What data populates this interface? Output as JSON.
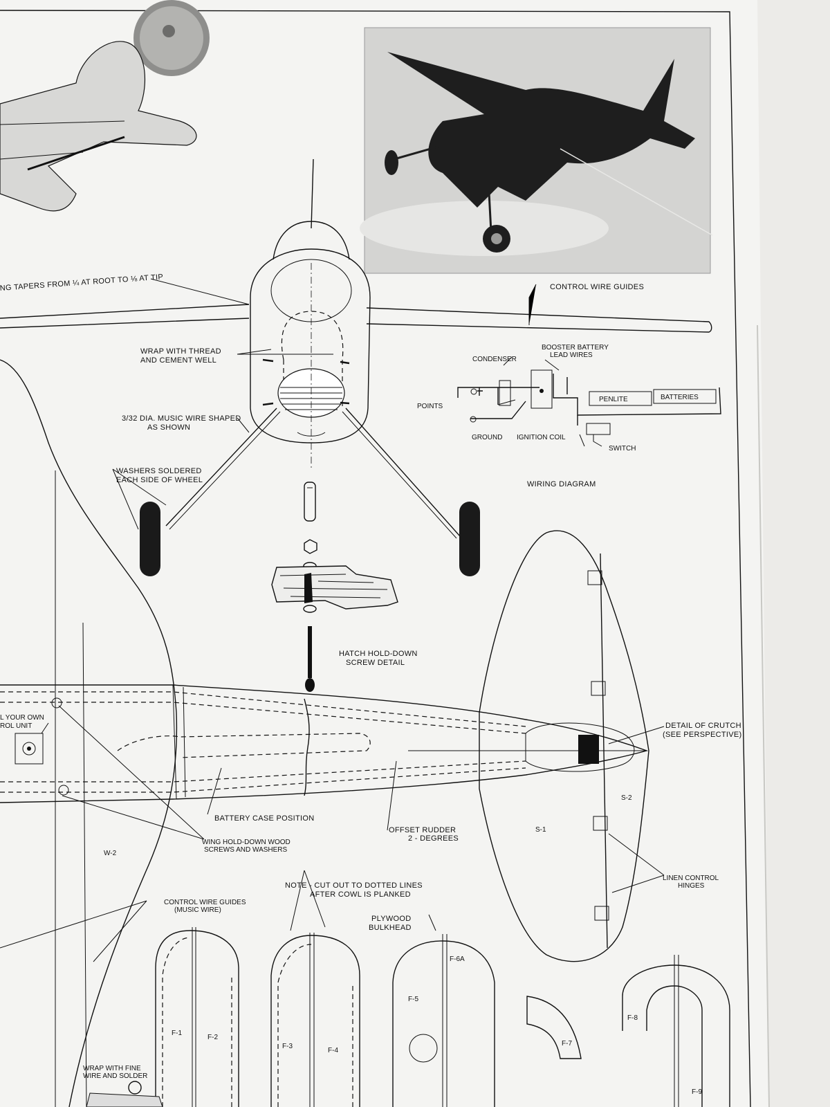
{
  "labels": {
    "wing_taper": "NG TAPERS FROM ¼ AT ROOT TO ⅛ AT TIP",
    "control_wire_guides_top": "CONTROL WIRE GUIDES",
    "wrap_thread": [
      "WRAP WITH THREAD",
      "AND CEMENT WELL"
    ],
    "music_wire": [
      "3/32 DIA. MUSIC WIRE SHAPED",
      "AS SHOWN"
    ],
    "washers": [
      "WASHERS SOLDERED",
      "EACH SIDE OF WHEEL"
    ],
    "condenser": "CONDENSER",
    "booster": [
      "BOOSTER BATTERY",
      "LEAD WIRES"
    ],
    "points": "POINTS",
    "penlite": "PENLITE",
    "batteries": "BATTERIES",
    "ground": "GROUND",
    "ignition_coil": "IGNITION COIL",
    "switch": "SWITCH",
    "wiring_diagram": "WIRING DIAGRAM",
    "hatch": [
      "HATCH HOLD-DOWN",
      "SCREW DETAIL"
    ],
    "crutch": [
      "DETAIL OF CRUTCH",
      "(SEE PERSPECTIVE)"
    ],
    "control_unit": [
      "L YOUR OWN",
      "ROL UNIT"
    ],
    "battery_case": "BATTERY CASE POSITION",
    "offset_rudder": [
      "OFFSET RUDDER",
      "2 - DEGREES"
    ],
    "wing_screws": [
      "WING HOLD-DOWN WOOD",
      "SCREWS AND WASHERS"
    ],
    "w2": "W-2",
    "s1": "S-1",
    "s2": "S-2",
    "linen": [
      "LINEN CONTROL",
      "HINGES"
    ],
    "note": [
      "NOTE - CUT OUT TO DOTTED LINES",
      "AFTER COWL IS PLANKED"
    ],
    "control_wire_guides_bottom": [
      "CONTROL WIRE GUIDES",
      "(MUSIC WIRE)"
    ],
    "plywood": [
      "PLYWOOD",
      "BULKHEAD"
    ],
    "f1": "F-1",
    "f2": "F-2",
    "f3": "F-3",
    "f4": "F-4",
    "f5": "F-5",
    "f6a": "F-6A",
    "f7": "F-7",
    "f8": "F-8",
    "f9": "F-9",
    "wrap_fine": [
      "WRAP WITH FINE",
      "WIRE AND SOLDER"
    ]
  },
  "colors": {
    "paper": "#f2f2f0",
    "ink": "#111111",
    "photo": "#d9d9d9"
  }
}
